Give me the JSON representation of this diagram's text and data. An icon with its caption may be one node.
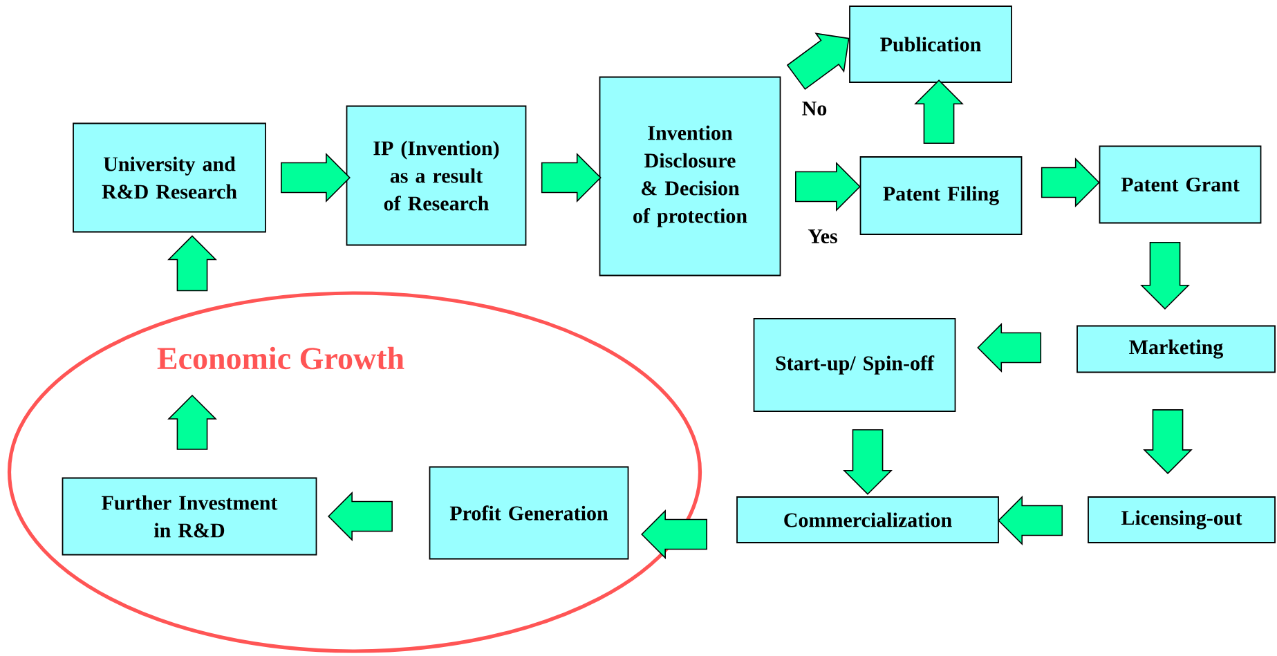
{
  "diagram": {
    "nodes": [
      {
        "text": [
          "University and R&D Research"
        ]
      },
      {
        "text": [
          "IP (Invention) as a result of Research"
        ]
      },
      {
        "text": [
          "Invention Disclosure & Decision of protection"
        ]
      },
      {
        "text": [
          "Publication"
        ]
      },
      {
        "text": [
          "Patent Filing"
        ]
      },
      {
        "text": [
          "Patent Grant"
        ]
      },
      {
        "text": [
          "Marketing"
        ]
      },
      {
        "text": [
          "Start-up/ Spin-off"
        ]
      },
      {
        "text": [
          "Licensing-out"
        ]
      },
      {
        "text": [
          "Commercialization"
        ]
      },
      {
        "text": [
          "Economic Growth"
        ]
      },
      {
        "text": [
          "Profit Generation"
        ],
        "in": 10
      },
      {
        "text": [
          "Further Investment in R&D"
        ],
        "in": 10
      }
    ],
    "edges": [
      {
        "from": 0,
        "to": 1,
        "arrow": "to"
      },
      {
        "from": 1,
        "to": 2,
        "arrow": "to"
      },
      {
        "from": 2,
        "to": 3,
        "arrow": "to",
        "label": "No"
      },
      {
        "from": 2,
        "to": 4,
        "arrow": "to",
        "label": "Yes"
      },
      {
        "from": 4,
        "to": 3,
        "arrow": "to"
      },
      {
        "from": 4,
        "to": 5,
        "arrow": "to"
      },
      {
        "from": 5,
        "to": 6,
        "arrow": "to"
      },
      {
        "from": 6,
        "to": 7,
        "arrow": "to"
      },
      {
        "from": 6,
        "to": 8,
        "arrow": "to"
      },
      {
        "from": 7,
        "to": 9,
        "arrow": "to"
      },
      {
        "from": 8,
        "to": 9,
        "arrow": "to"
      },
      {
        "from": 9,
        "to": 11,
        "arrow": "to"
      },
      {
        "from": 11,
        "to": 12,
        "arrow": "to"
      },
      {
        "from": 12,
        "to": 10,
        "arrow": "to"
      },
      {
        "from": 10,
        "to": 0,
        "arrow": "to"
      }
    ]
  }
}
